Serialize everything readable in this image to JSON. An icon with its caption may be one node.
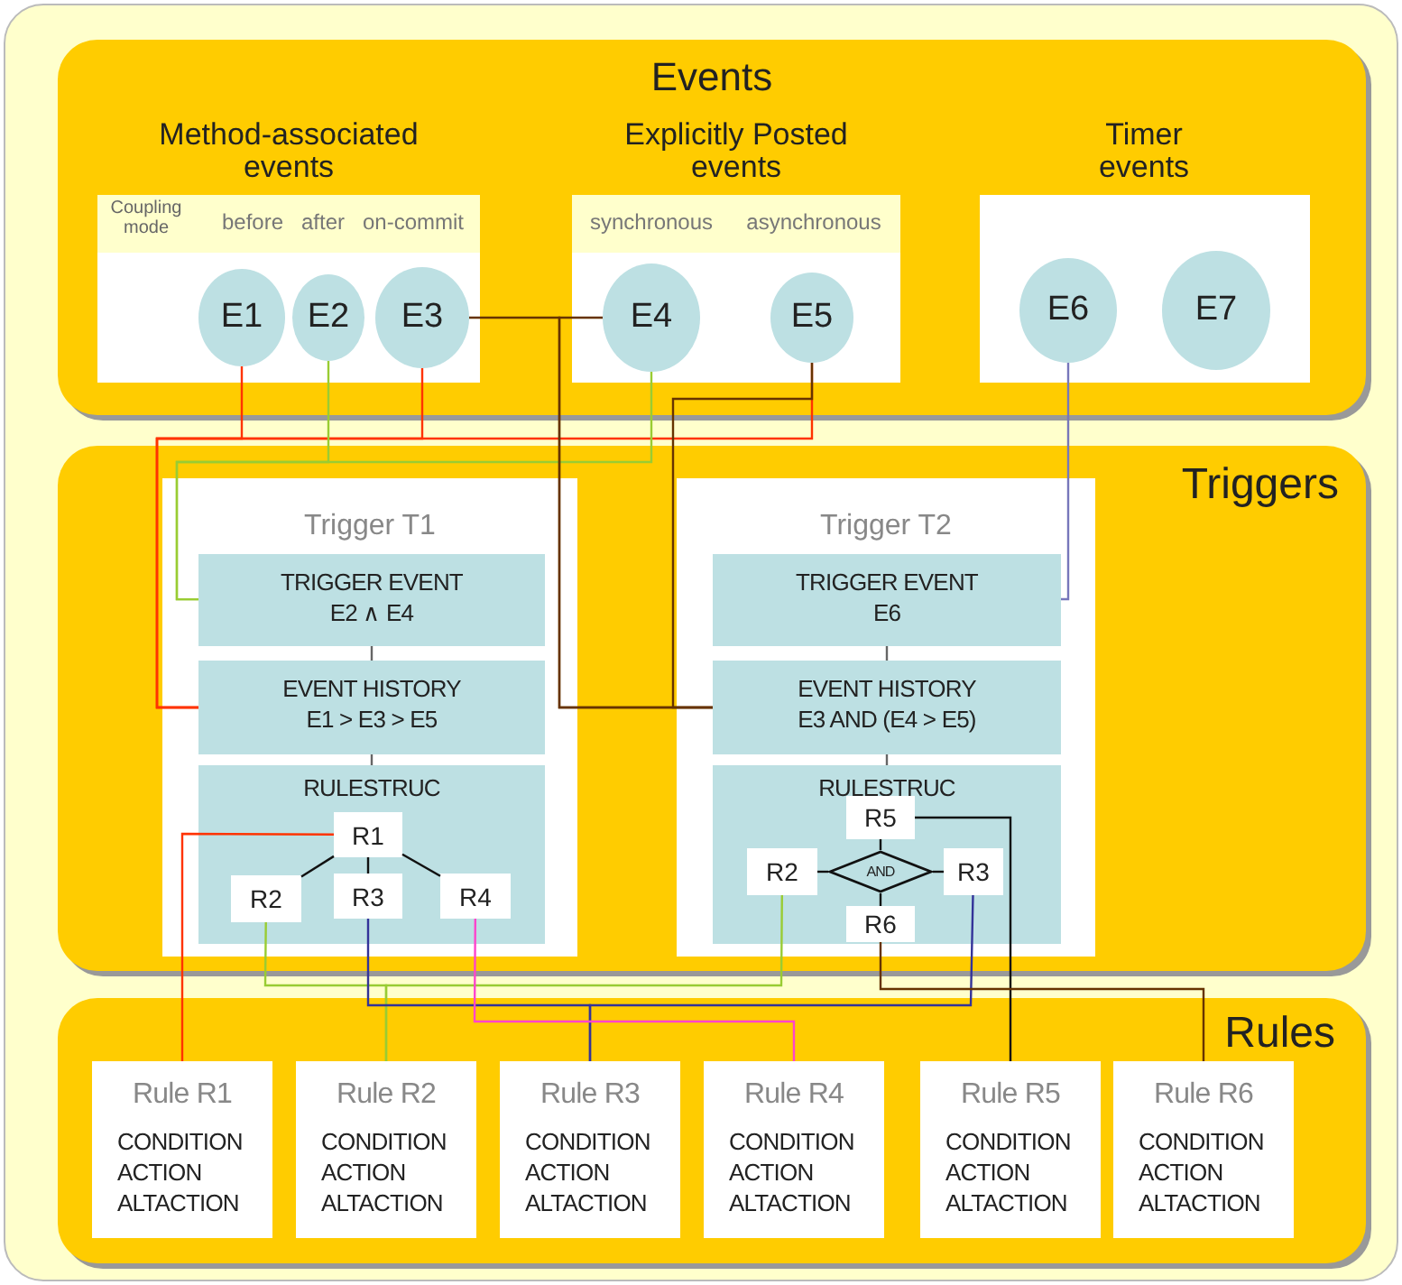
{
  "diagram": {
    "nodes": [
      {
        "text": [
          "Events"
        ]
      },
      {
        "text": [
          "Method-associated events",
          "Coupling mode",
          "before",
          "after",
          "on-commit"
        ],
        "in": 0
      },
      {
        "text": [
          "E1"
        ],
        "in": 1
      },
      {
        "text": [
          "E2"
        ],
        "in": 1
      },
      {
        "text": [
          "E3"
        ],
        "in": 1
      },
      {
        "text": [
          "Explicitly Posted events",
          "synchronous",
          "asynchronous"
        ],
        "in": 0
      },
      {
        "text": [
          "E4"
        ],
        "in": 5
      },
      {
        "text": [
          "E5"
        ],
        "in": 5
      },
      {
        "text": [
          "Timer events"
        ],
        "in": 0
      },
      {
        "text": [
          "E6"
        ],
        "in": 8
      },
      {
        "text": [
          "E7"
        ],
        "in": 8
      },
      {
        "text": [
          "Triggers"
        ]
      },
      {
        "text": [
          "Trigger T1"
        ],
        "in": 11
      },
      {
        "text": [
          "TRIGGER EVENT",
          "E2 ∧ E4"
        ],
        "in": 12
      },
      {
        "text": [
          "EVENT HISTORY",
          "E1 > E3 > E5"
        ],
        "in": 12
      },
      {
        "text": [
          "RULESTRUC"
        ],
        "in": 12
      },
      {
        "text": [
          "R1"
        ],
        "in": 15
      },
      {
        "text": [
          "R2"
        ],
        "in": 15
      },
      {
        "text": [
          "R3"
        ],
        "in": 15
      },
      {
        "text": [
          "R4"
        ],
        "in": 15
      },
      {
        "text": [
          "Trigger T2"
        ],
        "in": 11
      },
      {
        "text": [
          "TRIGGER EVENT",
          "E6"
        ],
        "in": 20
      },
      {
        "text": [
          "EVENT HISTORY",
          "E3 AND (E4 > E5)"
        ],
        "in": 20
      },
      {
        "text": [
          "RULESTRUC"
        ],
        "in": 20
      },
      {
        "text": [
          "R5"
        ],
        "in": 23
      },
      {
        "text": [
          "R2"
        ],
        "in": 23
      },
      {
        "text": [
          "AND"
        ],
        "in": 23
      },
      {
        "text": [
          "R3"
        ],
        "in": 23
      },
      {
        "text": [
          "R6"
        ],
        "in": 23
      },
      {
        "text": [
          "Rules"
        ]
      },
      {
        "text": [
          "Rule R1",
          "CONDITION",
          "ACTION",
          "ALTACTION"
        ],
        "in": 29
      },
      {
        "text": [
          "Rule R2",
          "CONDITION",
          "ACTION",
          "ALTACTION"
        ],
        "in": 29
      },
      {
        "text": [
          "Rule R3",
          "CONDITION",
          "ACTION",
          "ALTACTION"
        ],
        "in": 29
      },
      {
        "text": [
          "Rule R4",
          "CONDITION",
          "ACTION",
          "ALTACTION"
        ],
        "in": 29
      },
      {
        "text": [
          "Rule R5",
          "CONDITION",
          "ACTION",
          "ALTACTION"
        ],
        "in": 29
      },
      {
        "text": [
          "Rule R6",
          "CONDITION",
          "ACTION",
          "ALTACTION"
        ],
        "in": 29
      }
    ],
    "edges": [
      {
        "from": 2,
        "to": 14,
        "arrow": "none",
        "color": "#ff3300"
      },
      {
        "from": 4,
        "to": 14,
        "arrow": "none",
        "color": "#ff3300"
      },
      {
        "from": 7,
        "to": 14,
        "arrow": "none",
        "color": "#ff3300"
      },
      {
        "from": 3,
        "to": 13,
        "arrow": "none",
        "color": "#99cc33"
      },
      {
        "from": 6,
        "to": 13,
        "arrow": "none",
        "color": "#99cc33"
      },
      {
        "from": 4,
        "to": 22,
        "arrow": "none",
        "color": "#663300"
      },
      {
        "from": 6,
        "to": 22,
        "arrow": "none",
        "color": "#663300"
      },
      {
        "from": 7,
        "to": 22,
        "arrow": "none",
        "color": "#663300"
      },
      {
        "from": 9,
        "to": 21,
        "arrow": "none",
        "color": "#7777bb"
      },
      {
        "from": 13,
        "to": 14,
        "arrow": "none",
        "color": "#666666"
      },
      {
        "from": 14,
        "to": 15,
        "arrow": "none",
        "color": "#666666"
      },
      {
        "from": 21,
        "to": 22,
        "arrow": "none",
        "color": "#666666"
      },
      {
        "from": 22,
        "to": 23,
        "arrow": "none",
        "color": "#666666"
      },
      {
        "from": 16,
        "to": 17,
        "arrow": "none"
      },
      {
        "from": 16,
        "to": 18,
        "arrow": "none"
      },
      {
        "from": 16,
        "to": 19,
        "arrow": "none"
      },
      {
        "from": 24,
        "to": 26,
        "arrow": "none"
      },
      {
        "from": 25,
        "to": 26,
        "arrow": "none"
      },
      {
        "from": 26,
        "to": 27,
        "arrow": "none"
      },
      {
        "from": 26,
        "to": 28,
        "arrow": "none"
      },
      {
        "from": 16,
        "to": 30,
        "arrow": "none",
        "color": "#ff3300"
      },
      {
        "from": 17,
        "to": 31,
        "arrow": "none",
        "color": "#99cc33"
      },
      {
        "from": 25,
        "to": 31,
        "arrow": "none",
        "color": "#99cc33"
      },
      {
        "from": 18,
        "to": 32,
        "arrow": "none",
        "color": "#333399"
      },
      {
        "from": 27,
        "to": 32,
        "arrow": "none",
        "color": "#333399"
      },
      {
        "from": 19,
        "to": 33,
        "arrow": "none",
        "color": "#ff44cc"
      },
      {
        "from": 24,
        "to": 34,
        "arrow": "none"
      },
      {
        "from": 28,
        "to": 35,
        "arrow": "none",
        "color": "#663300"
      }
    ]
  }
}
